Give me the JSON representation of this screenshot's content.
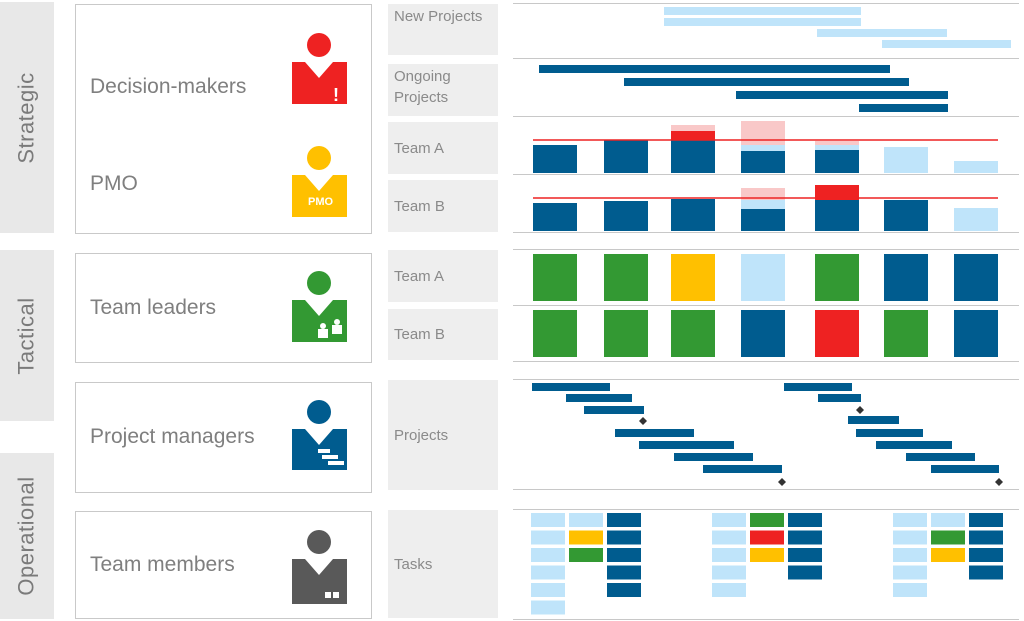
{
  "colors": {
    "dark_blue": "#005c8f",
    "light_blue": "#bfe4fa",
    "pink": "#f9c8c8",
    "red": "#ee2222",
    "green": "#339933",
    "yellow": "#ffc000",
    "gray_band": "#e8e8e8",
    "icon_red": "#ee2222",
    "icon_yellow": "#ffc000",
    "icon_green": "#339933",
    "icon_blue": "#005c8f",
    "icon_gray": "#595959"
  },
  "levels": {
    "strategic": "Strategic",
    "tactical": "Tactical",
    "operational": "Operational"
  },
  "roles": {
    "decision_makers": "Decision-makers",
    "pmo": "PMO",
    "pmo_badge": "PMO",
    "decision_badge": "!",
    "team_leaders": "Team leaders",
    "project_managers": "Project managers",
    "team_members": "Team members"
  },
  "row_labels": {
    "new_projects": "New Projects",
    "ongoing_projects": "Ongoing Projects",
    "strategic_team_a": "Team A",
    "strategic_team_b": "Team B",
    "tactical_team_a": "Team A",
    "tactical_team_b": "Team B",
    "projects": "Projects",
    "tasks": "Tasks"
  },
  "tactical_status": {
    "team_a": [
      "green",
      "green",
      "yellow",
      "light_blue",
      "green",
      "dark_blue",
      "dark_blue"
    ],
    "team_b": [
      "green",
      "green",
      "green",
      "dark_blue",
      "red",
      "green",
      "dark_blue"
    ]
  },
  "task_boards": [
    {
      "col1": [
        "light_blue",
        "light_blue",
        "light_blue",
        "light_blue",
        "light_blue",
        "light_blue"
      ],
      "col2": [
        "light_blue",
        "yellow",
        "green"
      ],
      "col3": [
        "dark_blue",
        "dark_blue",
        "dark_blue",
        "dark_blue",
        "dark_blue"
      ]
    },
    {
      "col1": [
        "light_blue",
        "light_blue",
        "light_blue",
        "light_blue",
        "light_blue"
      ],
      "col2": [
        "green",
        "red",
        "yellow"
      ],
      "col3": [
        "dark_blue",
        "dark_blue",
        "dark_blue",
        "dark_blue"
      ]
    },
    {
      "col1": [
        "light_blue",
        "light_blue",
        "light_blue",
        "light_blue",
        "light_blue"
      ],
      "col2": [
        "light_blue",
        "green",
        "yellow"
      ],
      "col3": [
        "dark_blue",
        "dark_blue",
        "dark_blue",
        "dark_blue"
      ]
    }
  ]
}
